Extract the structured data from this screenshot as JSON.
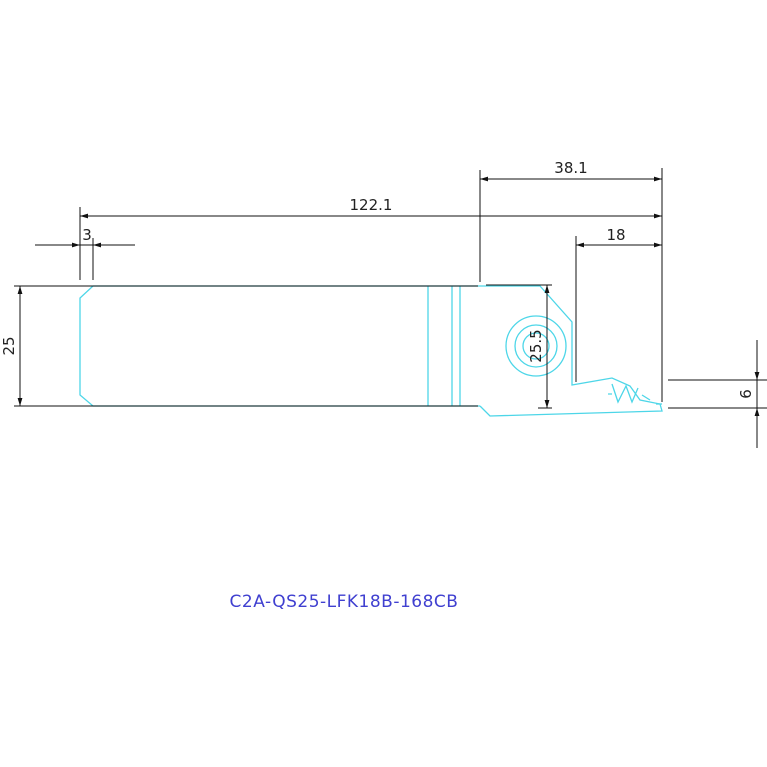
{
  "colors": {
    "outline": "#4dd6e8",
    "dimension": "#111111",
    "title": "#4040d0",
    "background": "#ffffff"
  },
  "dimensions": {
    "overall_length": "122.1",
    "head_length": "38.1",
    "cutting_depth": "18",
    "chamfer": "3",
    "shank_height": "25",
    "head_height": "25.5",
    "blade_width": "6"
  },
  "title": "C2A-QS25-LFK18B-168CB"
}
